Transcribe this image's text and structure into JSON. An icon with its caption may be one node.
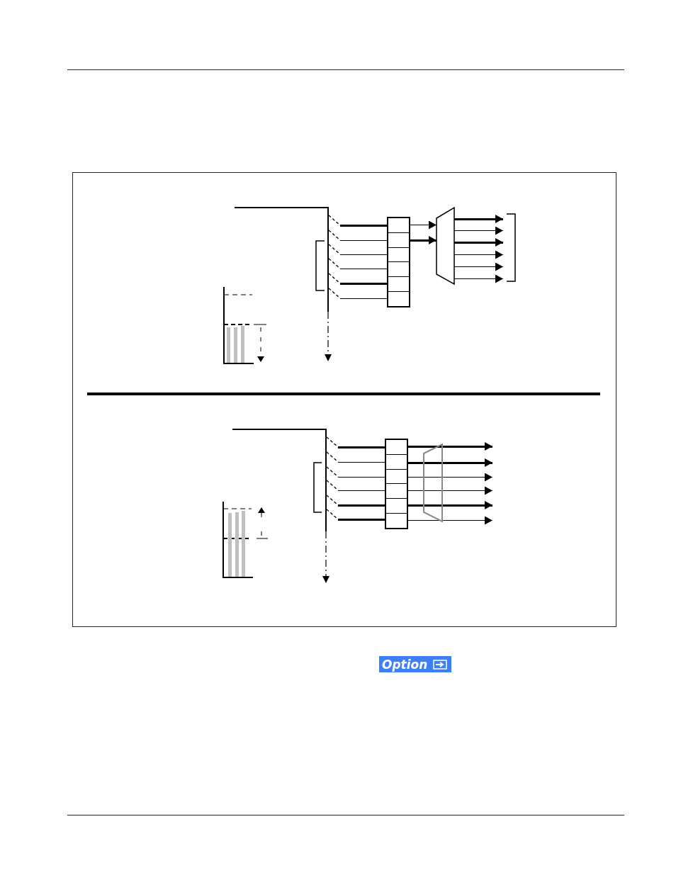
{
  "diagram": {
    "nodes": [
      {
        "text": [],
        "shape": "box"
      },
      {
        "text": [],
        "shape": "trapezoid"
      },
      {
        "text": [],
        "shape": "box"
      },
      {
        "text": [],
        "shape": "trapezoid"
      },
      {
        "text": [
          "Option"
        ]
      }
    ],
    "edges": [
      {
        "from": 0,
        "to": 1,
        "arrow": "to"
      },
      {
        "from": 0,
        "to": 1,
        "arrow": "to",
        "style": "thick"
      },
      {
        "from": 1,
        "to": null,
        "arrow": "to",
        "style": "thick"
      },
      {
        "from": 1,
        "to": null,
        "arrow": "to"
      },
      {
        "from": 1,
        "to": null,
        "arrow": "to",
        "style": "thick"
      },
      {
        "from": 1,
        "to": null,
        "arrow": "to"
      },
      {
        "from": 1,
        "to": null,
        "arrow": "to"
      },
      {
        "from": 1,
        "to": null,
        "arrow": "to"
      },
      {
        "from": null,
        "to": 0,
        "arrow": "none",
        "style": "thick"
      },
      {
        "from": null,
        "to": 0,
        "arrow": "none"
      },
      {
        "from": null,
        "to": 0,
        "arrow": "none"
      },
      {
        "from": null,
        "to": 0,
        "arrow": "none"
      },
      {
        "from": null,
        "to": 0,
        "arrow": "none",
        "style": "thick"
      },
      {
        "from": null,
        "to": 0,
        "arrow": "none"
      },
      {
        "from": null,
        "to": 2,
        "arrow": "none",
        "style": "thick"
      },
      {
        "from": null,
        "to": 2,
        "arrow": "none"
      },
      {
        "from": null,
        "to": 2,
        "arrow": "none"
      },
      {
        "from": null,
        "to": 2,
        "arrow": "none"
      },
      {
        "from": null,
        "to": 2,
        "arrow": "none",
        "style": "thick"
      },
      {
        "from": null,
        "to": 2,
        "arrow": "none",
        "style": "thick"
      },
      {
        "from": 2,
        "to": null,
        "arrow": "to",
        "style": "thick"
      },
      {
        "from": 2,
        "to": null,
        "arrow": "to",
        "style": "thick"
      },
      {
        "from": 2,
        "to": null,
        "arrow": "to"
      },
      {
        "from": 2,
        "to": null,
        "arrow": "to"
      },
      {
        "from": 2,
        "to": null,
        "arrow": "to",
        "style": "thick"
      },
      {
        "from": 2,
        "to": null,
        "arrow": "to"
      }
    ]
  }
}
